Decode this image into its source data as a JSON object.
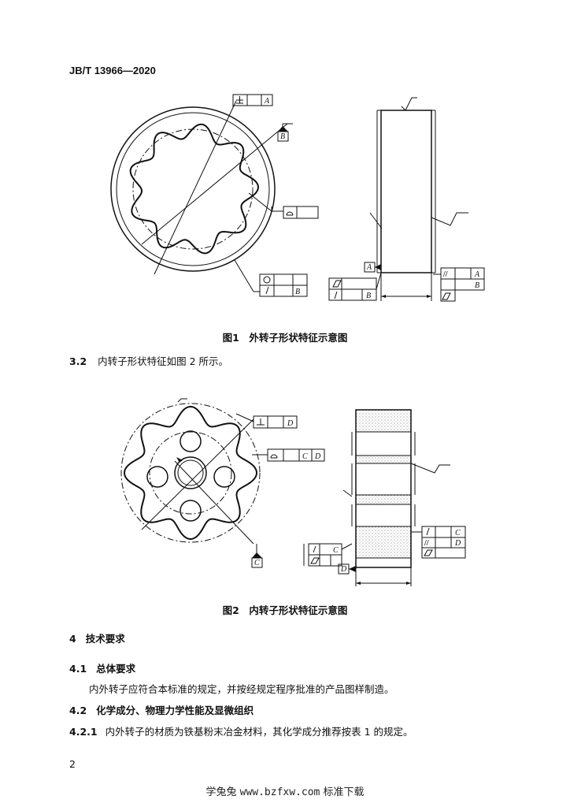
{
  "header": {
    "standard_code": "JB/T 13966—2020"
  },
  "figure1": {
    "caption": "图1　外转子形状特征示意图",
    "datums": [
      "A",
      "B"
    ],
    "frame_labels": {
      "perp_datum": "A",
      "runout_datum": "B",
      "parallel_datum": "A",
      "right_datum": "B"
    }
  },
  "section_3_2": {
    "number": "3.2",
    "text": "内转子形状特征如图 2 所示。"
  },
  "figure2": {
    "caption": "图2　内转子形状特征示意图",
    "datums": [
      "C",
      "D"
    ],
    "frame_labels": {
      "perp_datum": "D",
      "profile_datum_1": "C",
      "profile_datum_2": "D",
      "runout_datum": "C",
      "parallel_datum": "D"
    }
  },
  "section_4": {
    "number": "4",
    "title": "技术要求"
  },
  "section_4_1": {
    "number": "4.1",
    "title": "总体要求",
    "text": "内外转子应符合本标准的规定，并按经规定程序批准的产品图样制造。"
  },
  "section_4_2": {
    "number": "4.2",
    "title": "化学成分、物理力学性能及显微组织"
  },
  "section_4_2_1": {
    "number": "4.2.1",
    "text": "内外转子的材质为铁基粉末冶金材料，其化学成分推荐按表 1 的规定。"
  },
  "page_number": "2",
  "footer": {
    "site_name": "学兔兔",
    "url": "www.bzfxw.com",
    "slogan": "标准下载"
  }
}
